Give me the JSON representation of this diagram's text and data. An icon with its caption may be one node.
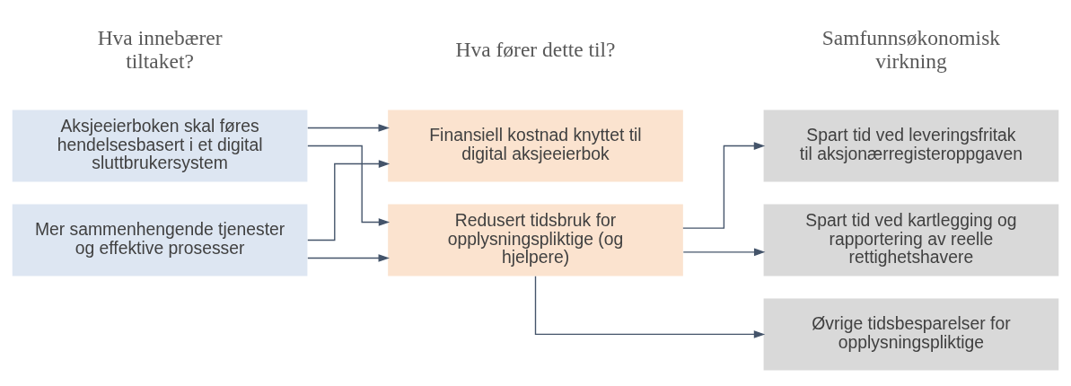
{
  "diagram": {
    "nodes": [
      {
        "text": [
          "Aksjeeierboken skal føres hendelsesbasert i et digital sluttbrukersystem"
        ]
      },
      {
        "text": [
          "Mer sammenhengende tjenester og effektive prosesser"
        ]
      },
      {
        "text": [
          "Finansiell kostnad knyttet til digital aksjeeierbok"
        ]
      },
      {
        "text": [
          "Redusert tidsbruk for opplysningspliktige (og hjelpere)"
        ]
      },
      {
        "text": [
          "Spart tid ved leveringsfritak til aksjonærregisteroppgaven"
        ]
      },
      {
        "text": [
          "Spart tid ved kartlegging og rapportering av reelle rettighetshavere"
        ]
      },
      {
        "text": [
          "Øvrige tidsbesparelser for opplysningspliktige"
        ]
      }
    ],
    "edges": [
      {
        "from": 0,
        "to": 2,
        "arrow": "to"
      },
      {
        "from": 0,
        "to": 3,
        "arrow": "to"
      },
      {
        "from": 1,
        "to": 2,
        "arrow": "to"
      },
      {
        "from": 1,
        "to": 3,
        "arrow": "to"
      },
      {
        "from": 3,
        "to": 4,
        "arrow": "to"
      },
      {
        "from": 3,
        "to": 5,
        "arrow": "to"
      },
      {
        "from": 3,
        "to": 6,
        "arrow": "to"
      }
    ],
    "labels": [
      "Hva innebærer tiltaket?",
      "Hva fører dette til?",
      "Samfunnsøkonomisk virkning"
    ]
  }
}
